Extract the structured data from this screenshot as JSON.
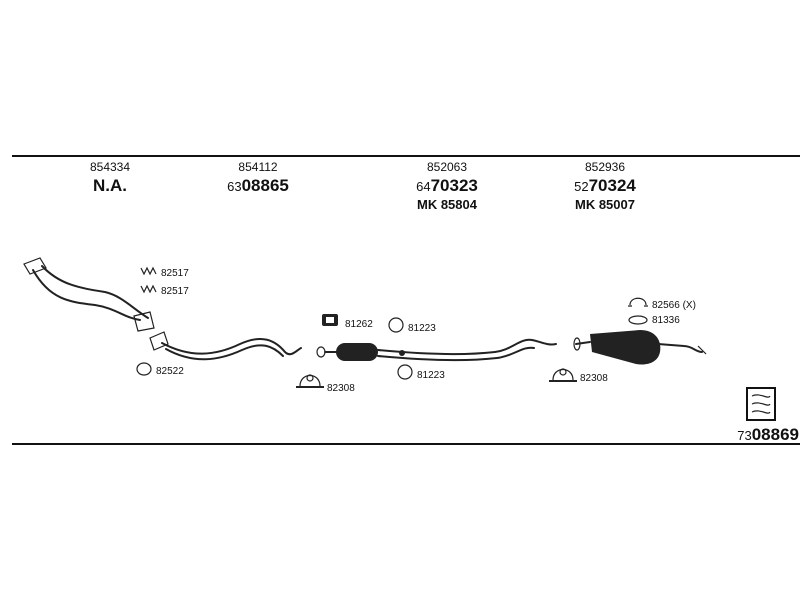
{
  "sections": [
    {
      "part_number": "854334",
      "code_prefix": "",
      "code_main": "N.A.",
      "kit": ""
    },
    {
      "part_number": "854112",
      "code_prefix": "63",
      "code_main": "08865",
      "kit": ""
    },
    {
      "part_number": "852063",
      "code_prefix": "64",
      "code_main": "70323",
      "kit": "MK  85804"
    },
    {
      "part_number": "852936",
      "code_prefix": "52",
      "code_main": "70324",
      "kit": "MK  85007"
    }
  ],
  "fittings": {
    "clip_a": "82517",
    "clip_b": "82517",
    "ring_front": "82522",
    "rubber_mount": "81262",
    "ring_mid_upper": "81223",
    "ring_mid_lower": "81223",
    "clamp_mid": "82308",
    "clamp_rear": "82308",
    "hanger_rear": "82566 (X)",
    "ring_rear": "81336"
  },
  "kit_total": {
    "prefix": "73",
    "main": "08869"
  }
}
